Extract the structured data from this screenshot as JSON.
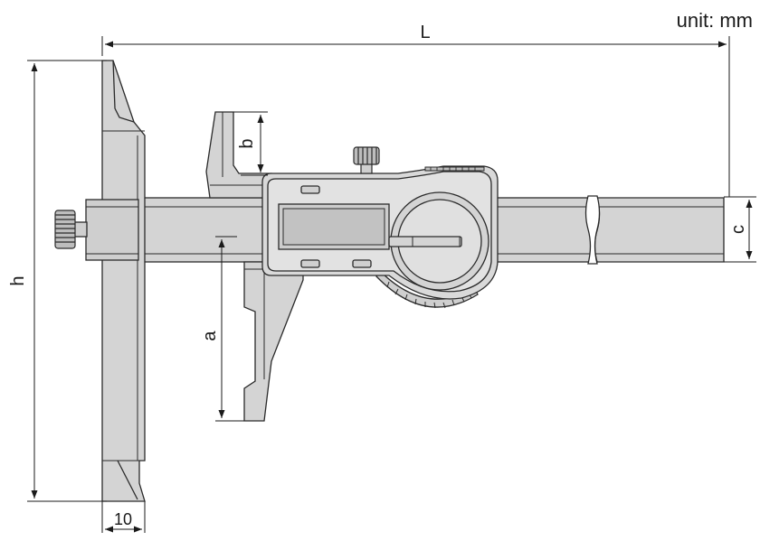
{
  "unit_label": "unit: mm",
  "labels": {
    "L": "L",
    "h": "h",
    "a": "a",
    "b": "b",
    "c": "c",
    "base_width": "10"
  },
  "colors": {
    "body_fill": "#d2d2d2",
    "body_fill_light": "#e4e4e4",
    "outline": "#2a2a2a"
  }
}
